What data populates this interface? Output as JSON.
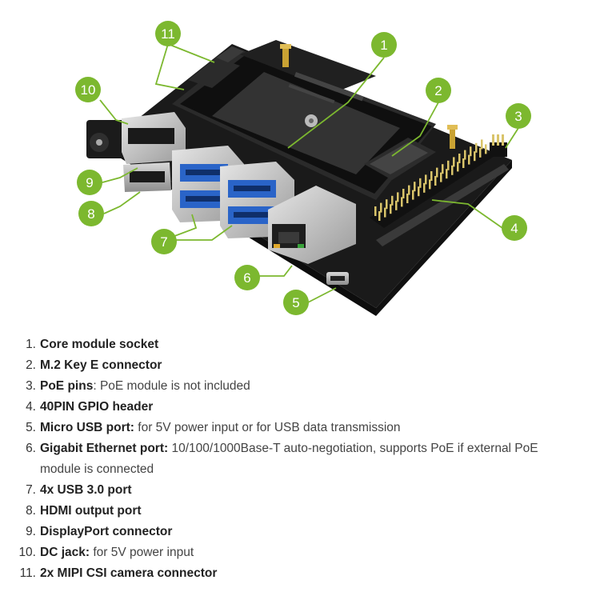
{
  "colors": {
    "callout": "#7cb82f",
    "callout_text": "#ffffff",
    "board": "#1c1c1c",
    "list_text": "#333333"
  },
  "callouts": [
    "1",
    "2",
    "3",
    "4",
    "5",
    "6",
    "7",
    "8",
    "9",
    "10",
    "11"
  ],
  "features": [
    {
      "num": "1.",
      "title": "Core module socket",
      "desc": ""
    },
    {
      "num": "2.",
      "title": "M.2 Key E connector",
      "desc": ""
    },
    {
      "num": "3.",
      "title": "PoE pins",
      "desc": ": PoE module is not included"
    },
    {
      "num": "4.",
      "title": "40PIN GPIO header",
      "desc": ""
    },
    {
      "num": "5.",
      "title": "Micro USB port:",
      "desc": " for 5V power input or for USB data transmission"
    },
    {
      "num": "6.",
      "title": "Gigabit Ethernet port:",
      "desc": " 10/100/1000Base-T auto-negotiation, supports PoE if external PoE module is connected"
    },
    {
      "num": "7.",
      "title": "4x USB 3.0 port",
      "desc": ""
    },
    {
      "num": "8.",
      "title": "HDMI output port",
      "desc": ""
    },
    {
      "num": "9.",
      "title": "DisplayPort connector",
      "desc": ""
    },
    {
      "num": "10.",
      "title": "DC jack:",
      "desc": " for 5V power input"
    },
    {
      "num": "11.",
      "title": "2x MIPI CSI camera connector",
      "desc": ""
    }
  ]
}
